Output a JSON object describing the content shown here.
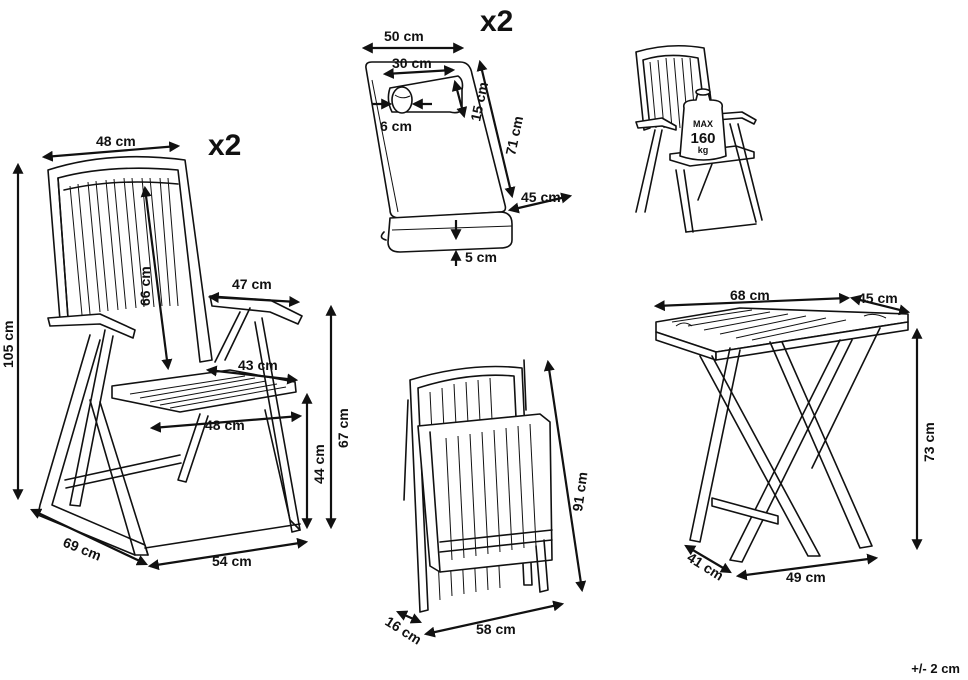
{
  "multipliers": {
    "chair": "x2",
    "cushion": "x2"
  },
  "badge": {
    "max": "MAX",
    "value": "160",
    "unit": "kg"
  },
  "chair_dims": {
    "width_top": "48 cm",
    "back_height": "66 cm",
    "total_height": "105 cm",
    "armrest": "47 cm",
    "seat_depth": "43 cm",
    "seat_width": "48 cm",
    "seat_height": "44 cm",
    "arm_height": "67 cm",
    "depth": "69 cm",
    "base_width": "54 cm"
  },
  "cushion_dims": {
    "width": "50 cm",
    "pillow_width": "30 cm",
    "pillow_height": "15 cm",
    "pillow_depth": "6 cm",
    "length": "71 cm",
    "seat_depth": "45 cm",
    "thickness": "5 cm"
  },
  "folded_dims": {
    "height": "91 cm",
    "depth": "16 cm",
    "width": "58 cm"
  },
  "table_dims": {
    "width": "68 cm",
    "depth": "45 cm",
    "height": "73 cm",
    "base_depth": "41 cm",
    "base_width": "49 cm"
  },
  "tolerance": "+/- 2 cm"
}
